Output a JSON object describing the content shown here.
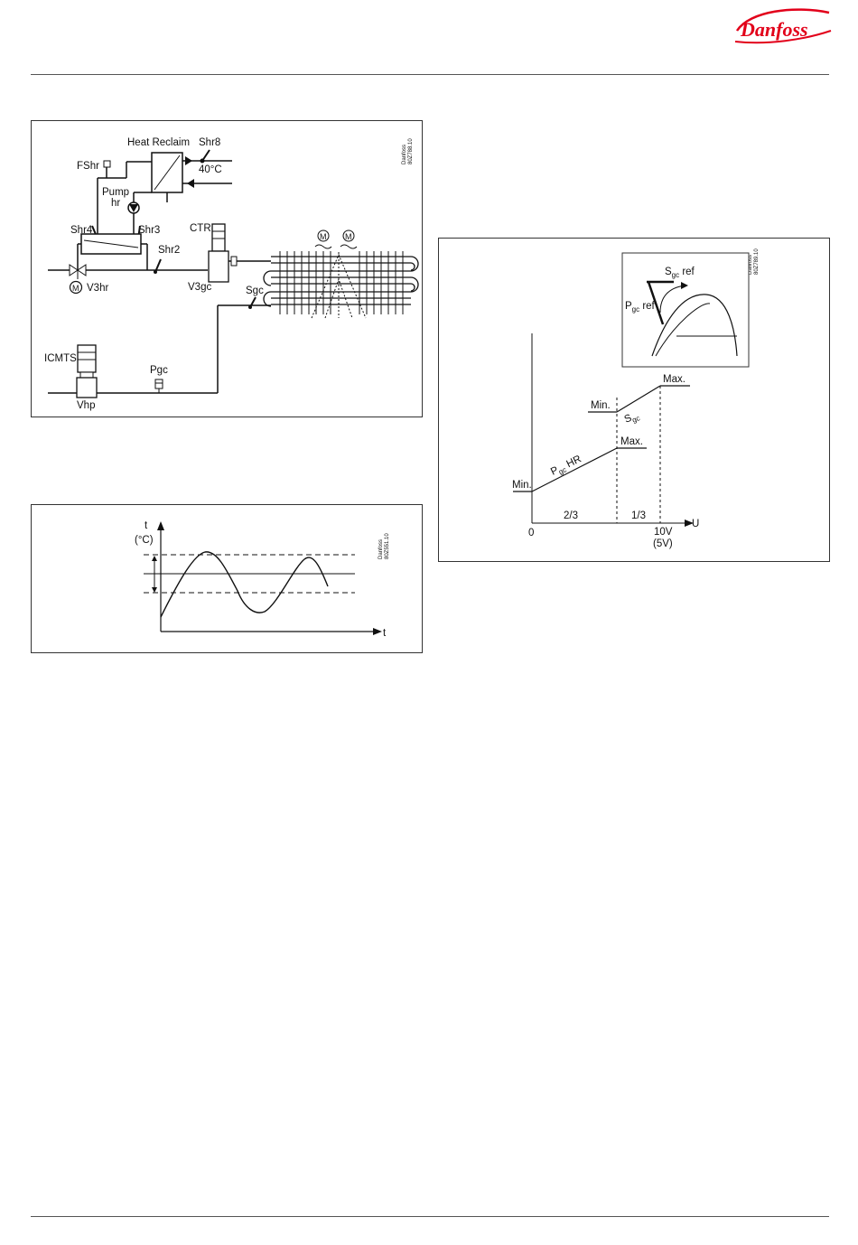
{
  "brand": {
    "logo_text": "Danfoss",
    "color": "#e2001a"
  },
  "figure1": {
    "code": "Danfoss\n80Z788.10",
    "labels": {
      "heat_reclaim": "Heat Reclaim",
      "shr8": "Shr8",
      "temp": "40°C",
      "fshr": "FShr",
      "pump_1": "Pump",
      "pump_2": "hr",
      "shr4": "Shr4",
      "shr3": "Shr3",
      "shr2": "Shr2",
      "ctr": "CTR",
      "v3hr": "V3hr",
      "v3gc": "V3gc",
      "sgc": "Sgc",
      "icmts": "ICMTS",
      "pgc": "Pgc",
      "vhp": "Vhp",
      "motor": "M"
    }
  },
  "figure2": {
    "code": "Danfoss\n80Z551.10",
    "y_axis_1": "t",
    "y_axis_2": "(°C)",
    "x_axis": "t"
  },
  "figure3": {
    "code": "Danfoss\n80Z789.10",
    "inset": {
      "sgc_ref_main": "S",
      "sgc_ref_sub": "gc",
      "sgc_ref_suffix": " ref",
      "pgc_ref_main": "P",
      "pgc_ref_sub": "gc",
      "pgc_ref_suffix": " ref"
    },
    "labels": {
      "max_top": "Max.",
      "min_mid": "Min.",
      "sgc_main": "S",
      "sgc_sub": "gc",
      "max_mid": "Max.",
      "pgc_hr_main": "P",
      "pgc_hr_sub": "gc",
      "pgc_hr_suffix": " HR",
      "min_low": "Min.",
      "two_thirds": "2/3",
      "one_third": "1/3",
      "zero": "0",
      "ten_v": "10V",
      "five_v": "(5V)",
      "u": "U"
    }
  }
}
